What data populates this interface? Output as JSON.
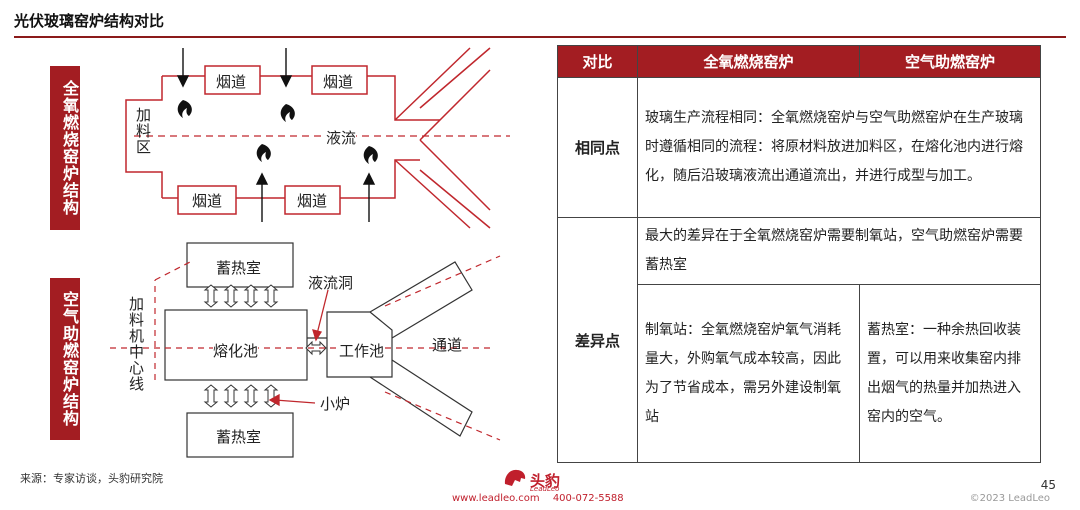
{
  "title": "光伏玻璃窑炉结构对比",
  "labels": {
    "top_side": "全氧燃烧窑炉结构",
    "bottom_side": "空气助燃窑炉结构"
  },
  "diagram_top": {
    "flue": "烟道",
    "feed_zone": "加料区",
    "liquid_flow": "液流"
  },
  "diagram_bottom": {
    "regenerator": "蓄热室",
    "throat": "液流洞",
    "centerline": "加料机中心线",
    "melting_tank": "熔化池",
    "working_tank": "工作池",
    "channel": "通道",
    "small_furnace": "小炉"
  },
  "table": {
    "headers": [
      "对比",
      "全氧燃烧窑炉",
      "空气助燃窑炉"
    ],
    "same_label": "相同点",
    "same_text": "玻璃生产流程相同：全氧燃烧窑炉与空气助燃窑炉在生产玻璃时遵循相同的流程：将原材料放进加料区，在熔化池内进行熔化，随后沿玻璃液流出通道流出，并进行成型与加工。",
    "diff_label": "差异点",
    "diff_main": "最大的差异在于全氧燃烧窑炉需要制氧站，空气助燃窑炉需要蓄热室",
    "diff_left": "制氧站：全氧燃烧窑炉氧气消耗量大，外购氧气成本较高，因此为了节省成本，需另外建设制氧站",
    "diff_right": "蓄热室：一种余热回收装置，可以用来收集窑内排出烟气的热量并加热进入窑内的空气。"
  },
  "footer": {
    "source": "来源：专家访谈，头豹研究院",
    "page": "45",
    "copyright": "©2023 LeadLeo",
    "logo": "头豹",
    "logo_sub": "LeadLeo",
    "website": "www.leadleo.com",
    "phone": "400-072-5588"
  },
  "colors": {
    "accent": "#a31d22",
    "line": "#c0272d"
  }
}
